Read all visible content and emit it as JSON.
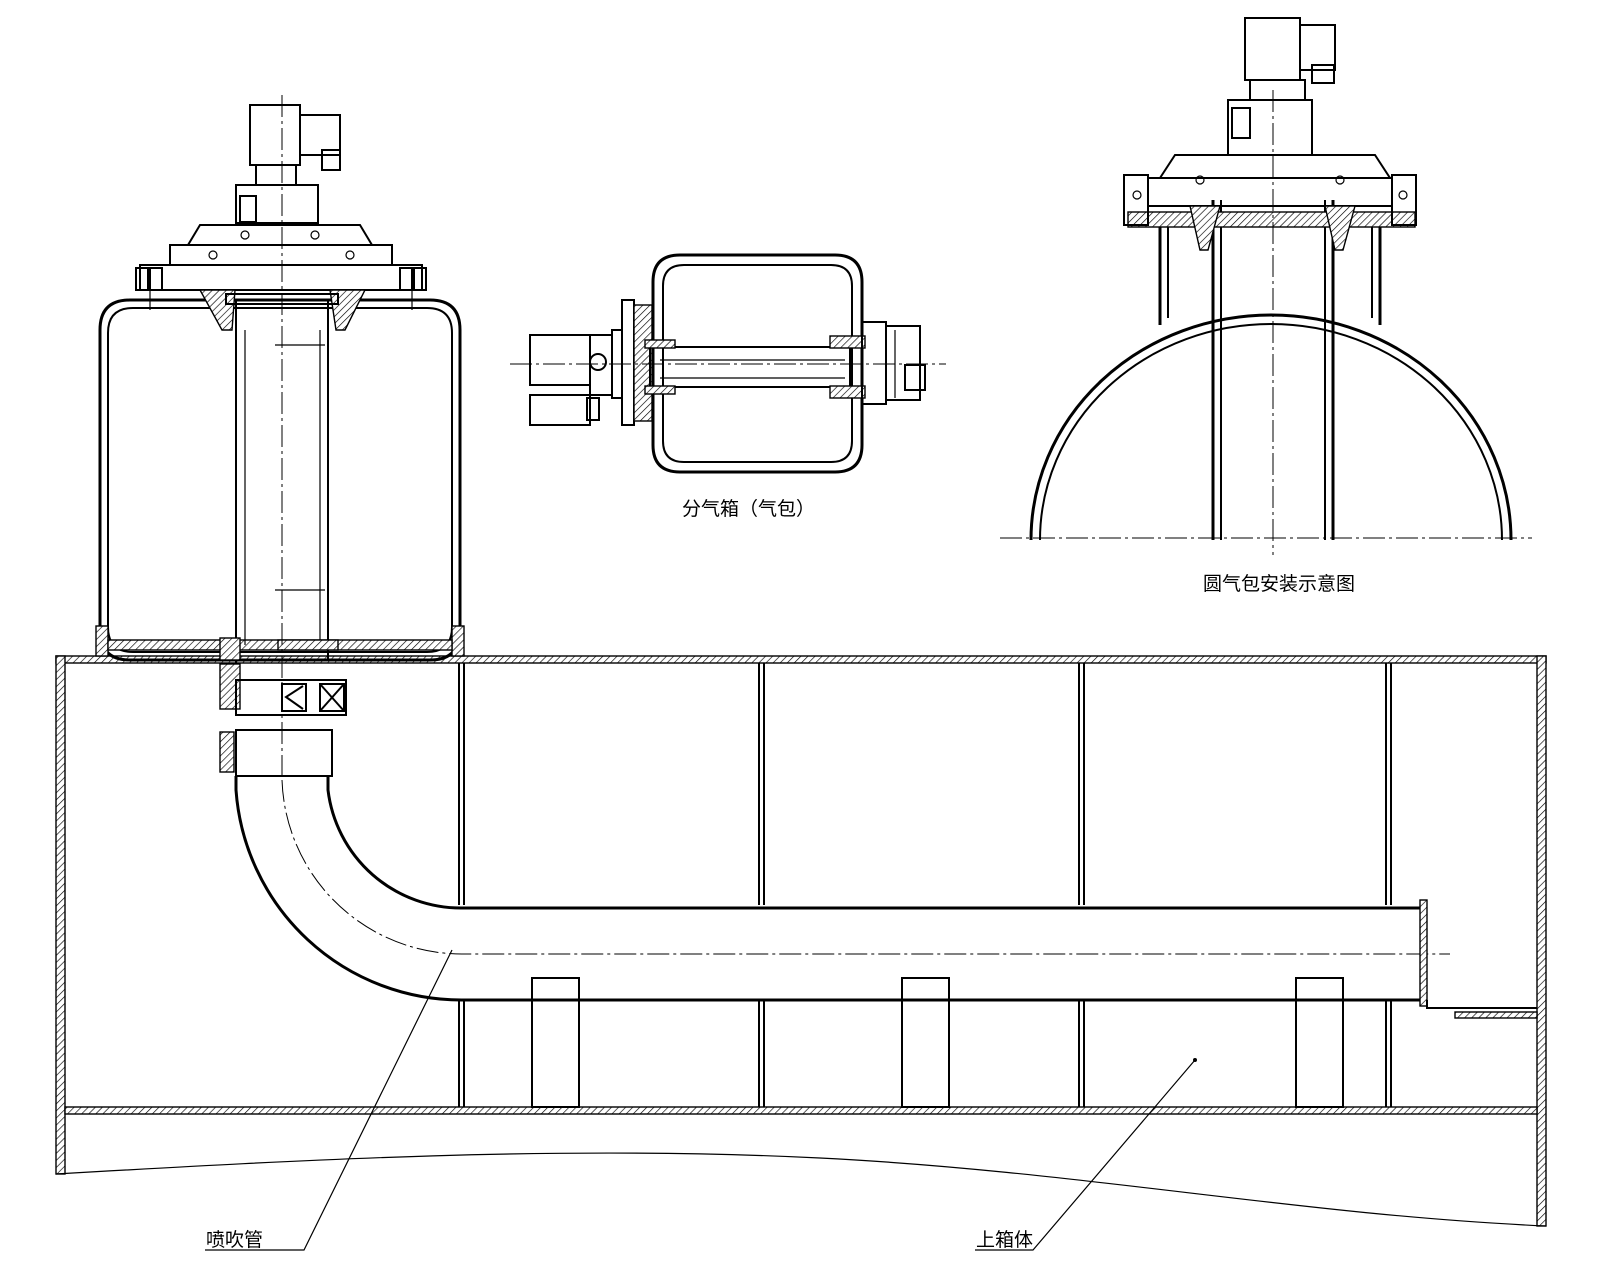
{
  "labels": {
    "distributor_box": "分气箱（气包）",
    "round_drum_install": "圆气包安装示意图",
    "blow_pipe": "喷吹管",
    "upper_box": "上箱体"
  },
  "colors": {
    "line": "#000000",
    "background": "#ffffff"
  }
}
